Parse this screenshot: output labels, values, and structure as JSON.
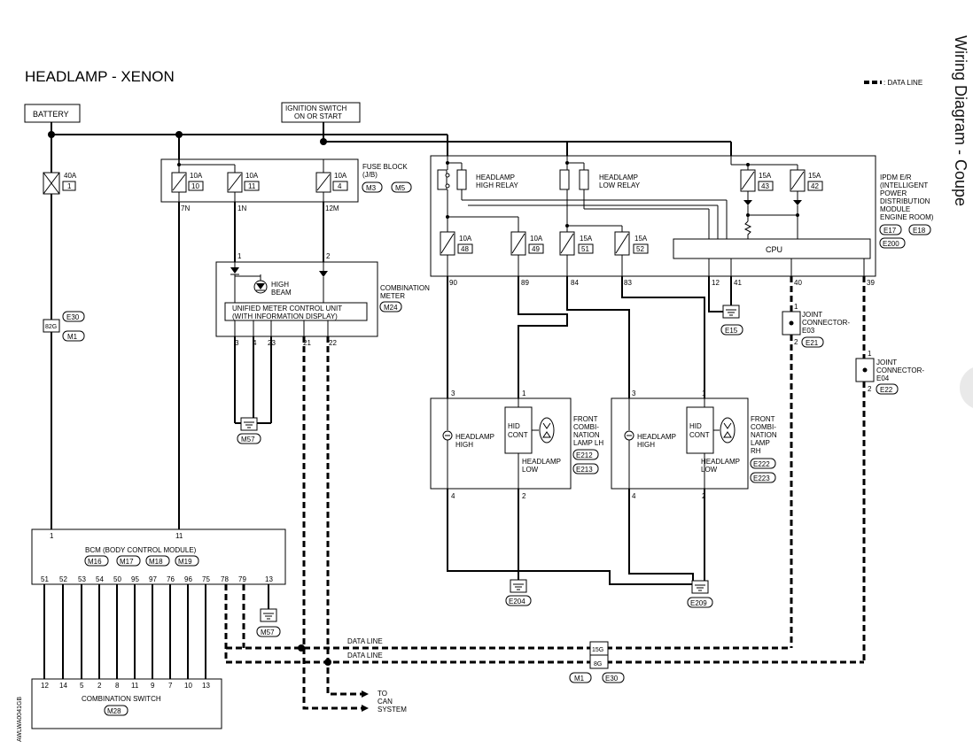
{
  "title": "HEADLAMP - XENON",
  "side_title": "Wiring Diagram - Coupe",
  "legend": {
    "label": ": DATA LINE"
  },
  "components": {
    "battery": "BATTERY",
    "ign_line1": "IGNITION SWITCH",
    "ign_line2": "ON OR START",
    "fuse_block": [
      "FUSE BLOCK",
      "(J/B)"
    ],
    "fuse_block_conns": [
      "M3",
      "M5"
    ],
    "ipdm": [
      "IPDM E/R",
      "(INTELLIGENT",
      "POWER",
      "DISTRIBUTION",
      "MODULE",
      "ENGINE ROOM)"
    ],
    "ipdm_conns": [
      "E17",
      "E18",
      "E200"
    ],
    "relay_high": [
      "HEADLAMP",
      "HIGH RELAY"
    ],
    "relay_low": [
      "HEADLAMP",
      "LOW RELAY"
    ],
    "cpu": "CPU",
    "comb_meter": [
      "COMBINATION",
      "METER"
    ],
    "comb_meter_conn": "M24",
    "high_beam": [
      "HIGH",
      "BEAM"
    ],
    "umcu": [
      "UNIFIED METER CONTROL UNIT",
      "(WITH INFORMATION DISPLAY)"
    ],
    "lamp_lh": [
      "FRONT",
      "COMBI-",
      "NATION",
      "LAMP LH"
    ],
    "lamp_lh_conns": [
      "E212",
      "E213"
    ],
    "lamp_rh": [
      "FRONT",
      "COMBI-",
      "NATION",
      "LAMP",
      "RH"
    ],
    "lamp_rh_conns": [
      "E222",
      "E223"
    ],
    "hid_cont": [
      "HID",
      "CONT"
    ],
    "headlamp_high": [
      "HEADLAMP",
      "HIGH"
    ],
    "headlamp_low": [
      "HEADLAMP",
      "LOW"
    ],
    "jc_e03": [
      "JOINT",
      "CONNECTOR-",
      "E03"
    ],
    "jc_e03_conn": "E21",
    "jc_e04": [
      "JOINT",
      "CONNECTOR-",
      "E04"
    ],
    "jc_e04_conn": "E22",
    "bcm": "BCM (BODY CONTROL MODULE)",
    "bcm_conns": [
      "M16",
      "M17",
      "M18",
      "M19"
    ],
    "comb_switch": "COMBINATION SWITCH",
    "comb_switch_conn": "M28",
    "to_can": [
      "TO",
      "CAN",
      "SYSTEM"
    ],
    "data_line": "DATA LINE",
    "watermark": "AWLWA0041GB"
  },
  "fuses": [
    {
      "id": "main",
      "amp": "40A",
      "num": "1"
    },
    {
      "id": "f10",
      "amp": "10A",
      "num": "10"
    },
    {
      "id": "f11",
      "amp": "10A",
      "num": "11"
    },
    {
      "id": "f4",
      "amp": "10A",
      "num": "4"
    },
    {
      "id": "f43",
      "amp": "15A",
      "num": "43"
    },
    {
      "id": "f42",
      "amp": "15A",
      "num": "42"
    },
    {
      "id": "f48",
      "amp": "10A",
      "num": "48"
    },
    {
      "id": "f49",
      "amp": "10A",
      "num": "49"
    },
    {
      "id": "f51",
      "amp": "15A",
      "num": "51"
    },
    {
      "id": "f52",
      "amp": "15A",
      "num": "52"
    }
  ],
  "grounds": [
    "E15",
    "M57",
    "E204",
    "E209",
    "M57"
  ],
  "bottom_connectors": {
    "conn1": "15G",
    "conn2": "8G",
    "labels": [
      "M1",
      "E30"
    ]
  },
  "left_connector": {
    "pin": "82G",
    "labels": [
      "E30",
      "M1"
    ]
  },
  "wires": {
    "w7n": "7N",
    "w1n": "1N",
    "w12m": "12M"
  },
  "bcm_bottom_pins": [
    "51",
    "52",
    "53",
    "54",
    "50",
    "95",
    "97",
    "76",
    "96",
    "75",
    "78",
    "79",
    "13"
  ],
  "switch_pins": [
    "12",
    "14",
    "5",
    "2",
    "8",
    "11",
    "9",
    "7",
    "10",
    "13"
  ]
}
